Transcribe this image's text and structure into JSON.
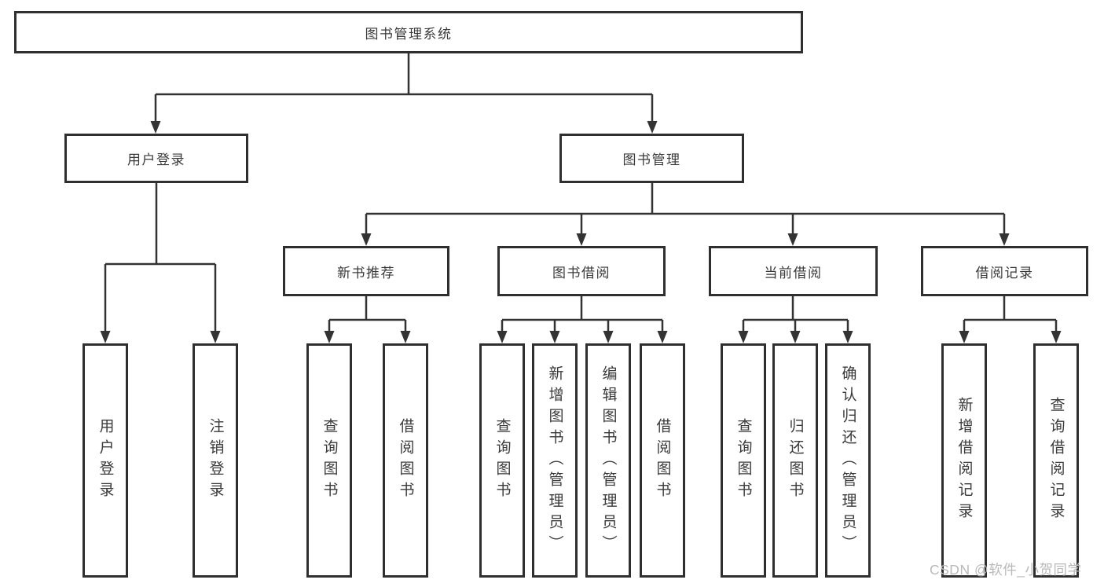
{
  "nodes": {
    "root": "图书管理系统",
    "userLogin": "用户登录",
    "bookMgmt": "图书管理",
    "newBookRec": "新书推荐",
    "bookBorrow": "图书借阅",
    "currentBorrow": "当前借阅",
    "borrowRecord": "借阅记录",
    "userLoginLeaf": "用户登录",
    "logoutLeaf": "注销登录",
    "recQueryBook": "查询图书",
    "recBorrowBook": "借阅图书",
    "bbQueryBook": "查询图书",
    "bbAddBook": "新增图书（管理员）",
    "bbEditBook": "编辑图书（管理员）",
    "bbBorrowBook": "借阅图书",
    "cbQueryBook": "查询图书",
    "cbReturnBook": "归还图书",
    "cbConfirmReturn": "确认归还（管理员）",
    "brAddRecord": "新增借阅记录",
    "brQueryRecord": "查询借阅记录"
  },
  "watermark": {
    "text": "CSDN @软件_小贺同学"
  }
}
